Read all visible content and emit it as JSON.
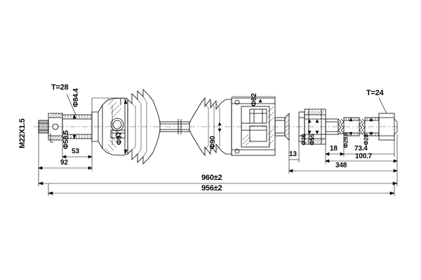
{
  "drawing": {
    "type": "engineering-drawing",
    "subject": "cv-axle-drive-shaft-assembly",
    "background_color": "#ffffff",
    "line_color": "#000000"
  },
  "labels": {
    "thread_left": "M22X1.5",
    "spline_left": "T=28",
    "dia_84_4": "Φ84.4",
    "dia_58_5": "Φ58.5",
    "dia_97": "Φ97",
    "dia_90": "Φ90",
    "dia_82": "Φ82",
    "dia_30": "Φ30",
    "dia_55": "Φ55",
    "dia_29_8": "Φ29.8",
    "dia_28": "Φ28",
    "spline_right": "T=24"
  },
  "dimensions": {
    "len_53": "53",
    "len_92": "92",
    "len_13": "13",
    "len_18": "18",
    "len_73_4": "73.4",
    "len_100_7": "100.7",
    "len_348": "348",
    "overall_960": "960±2",
    "overall_956": "956±2"
  },
  "chart_data": {
    "type": "table",
    "title": "Drive Shaft Dimensional Specification",
    "categories": [
      "M22X1.5",
      "T=28",
      "Φ84.4",
      "Φ58.5",
      "Φ97",
      "Φ90",
      "Φ82",
      "Φ30",
      "Φ55",
      "Φ29.8",
      "Φ28",
      "T=24",
      "53",
      "92",
      "13",
      "18",
      "73.4",
      "100.7",
      "348",
      "960±2",
      "956±2"
    ],
    "values": [
      22,
      28,
      84.4,
      58.5,
      97,
      90,
      82,
      30,
      55,
      29.8,
      28,
      24,
      53,
      92,
      13,
      18,
      73.4,
      100.7,
      348,
      960,
      956
    ]
  }
}
